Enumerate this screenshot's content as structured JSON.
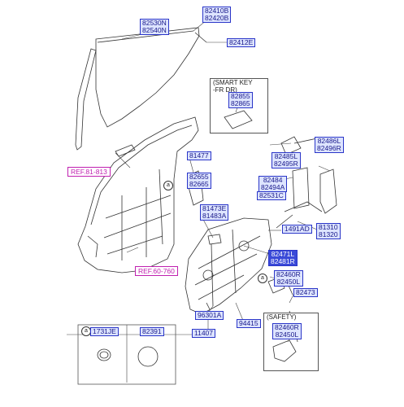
{
  "labels": {
    "l82530": [
      "82530N",
      "82540N"
    ],
    "l82410": [
      "82410B",
      "82420B"
    ],
    "l82412": [
      "82412E"
    ],
    "l81477": [
      "81477"
    ],
    "l82655": [
      "82655",
      "82665"
    ],
    "l81473": [
      "81473E",
      "81483A"
    ],
    "l82486": [
      "82486L",
      "82496R"
    ],
    "l82485": [
      "82485L",
      "82495R"
    ],
    "l82484": [
      "82484",
      "82494A"
    ],
    "l82531": [
      "82531C"
    ],
    "l1491": [
      "1491AD"
    ],
    "l81310": [
      "81310",
      "81320"
    ],
    "l82471": [
      "82471L",
      "82481R"
    ],
    "l82460a": [
      "82460R",
      "82450L"
    ],
    "l82473": [
      "82473"
    ],
    "l96301": [
      "96301A"
    ],
    "l94415": [
      "94415"
    ],
    "l11407": [
      "11407"
    ],
    "l82460b": [
      "82460R",
      "82450L"
    ],
    "l82855": [
      "82855",
      "82865"
    ],
    "l1731": [
      "1731JE"
    ],
    "l82391": [
      "82391"
    ]
  },
  "refs": {
    "ref81": "REF.81-813",
    "ref60": "REF.60-760"
  },
  "groups": {
    "smart_key": "(SMART KEY\n-FR DR)",
    "safety": "(SAFETY)",
    "circle_a": "a"
  },
  "callouts": {
    "a_door": "a",
    "a_regulator": "a",
    "a_legend": "a"
  },
  "colors": {
    "label_fill": "#dde4ff",
    "label_border": "#2a35c8",
    "label_text": "#1a1a8a",
    "ref_color": "#c020b0",
    "line_color": "#333333"
  }
}
